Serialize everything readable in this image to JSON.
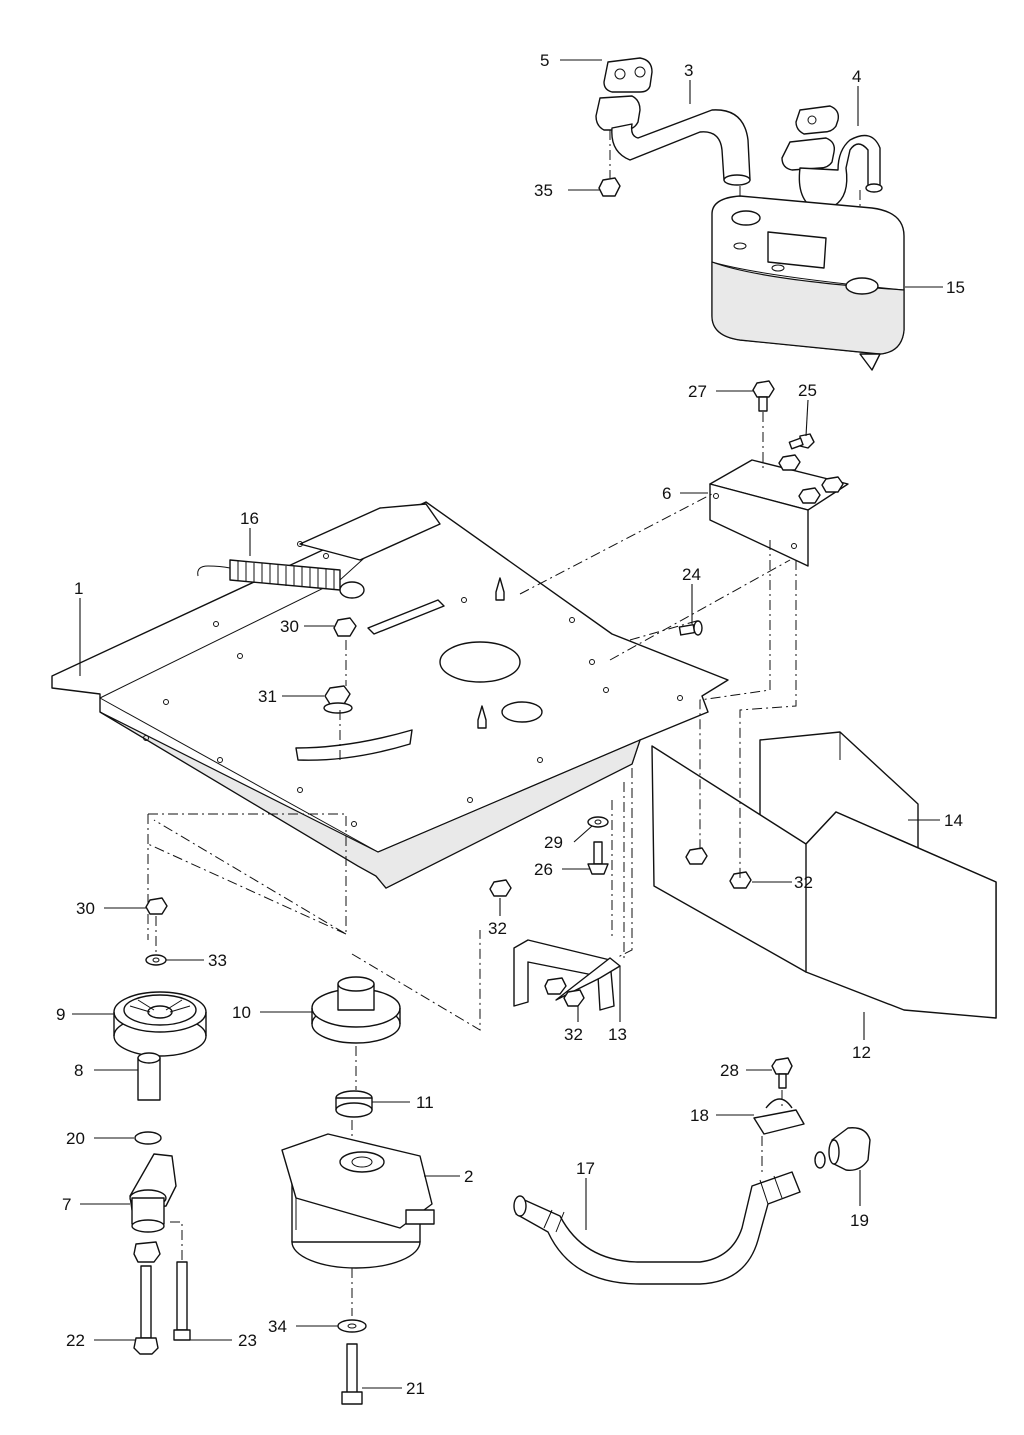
{
  "diagram": {
    "type": "exploded-parts-view",
    "callouts": {
      "c1": "1",
      "c2": "2",
      "c3": "3",
      "c4": "4",
      "c5": "5",
      "c6": "6",
      "c7": "7",
      "c8": "8",
      "c9": "9",
      "c10": "10",
      "c11": "11",
      "c12": "12",
      "c13": "13",
      "c14": "14",
      "c15": "15",
      "c16": "16",
      "c17": "17",
      "c18": "18",
      "c19": "19",
      "c20": "20",
      "c21": "21",
      "c22": "22",
      "c23": "23",
      "c24": "24",
      "c25": "25",
      "c26": "26",
      "c27": "27",
      "c28": "28",
      "c29": "29",
      "c30a": "30",
      "c30b": "30",
      "c31": "31",
      "c32a": "32",
      "c32b": "32",
      "c32c": "32",
      "c33": "33",
      "c34": "34",
      "c35": "35"
    }
  }
}
